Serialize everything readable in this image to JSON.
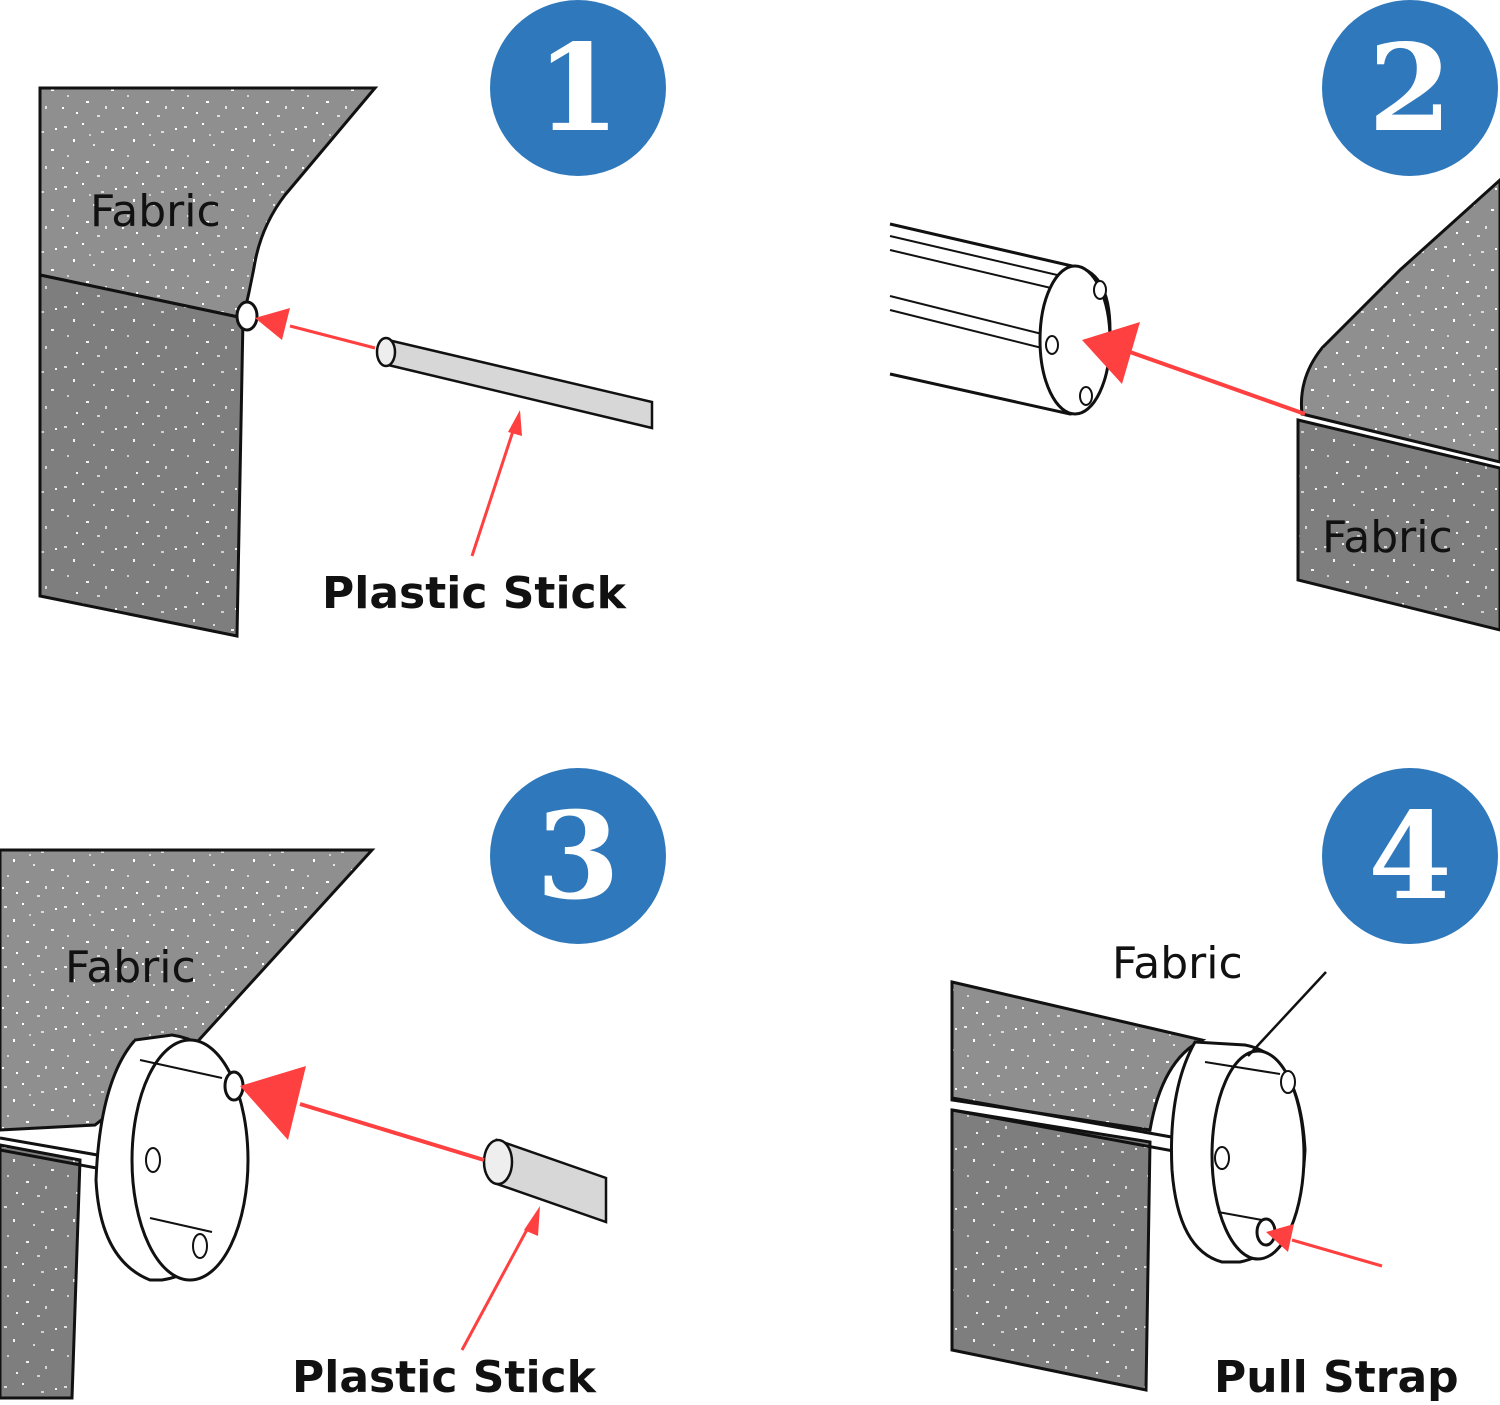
{
  "steps": [
    {
      "number": "1",
      "fabric_label": "Fabric",
      "stick_label": "Plastic Stick"
    },
    {
      "number": "2",
      "fabric_label": "Fabric"
    },
    {
      "number": "3",
      "fabric_label": "Fabric",
      "stick_label": "Plastic Stick"
    },
    {
      "number": "4",
      "fabric_label": "Fabric",
      "strap_label": "Pull Strap"
    }
  ],
  "colors": {
    "badge_blue": "#2f78bb",
    "fabric_gray": "#8f8f8f",
    "fabric_gray_dark": "#7e7e7e",
    "arrow_red": "#ff4040",
    "stick_gray": "#d7d7d7",
    "outline": "#111111"
  }
}
